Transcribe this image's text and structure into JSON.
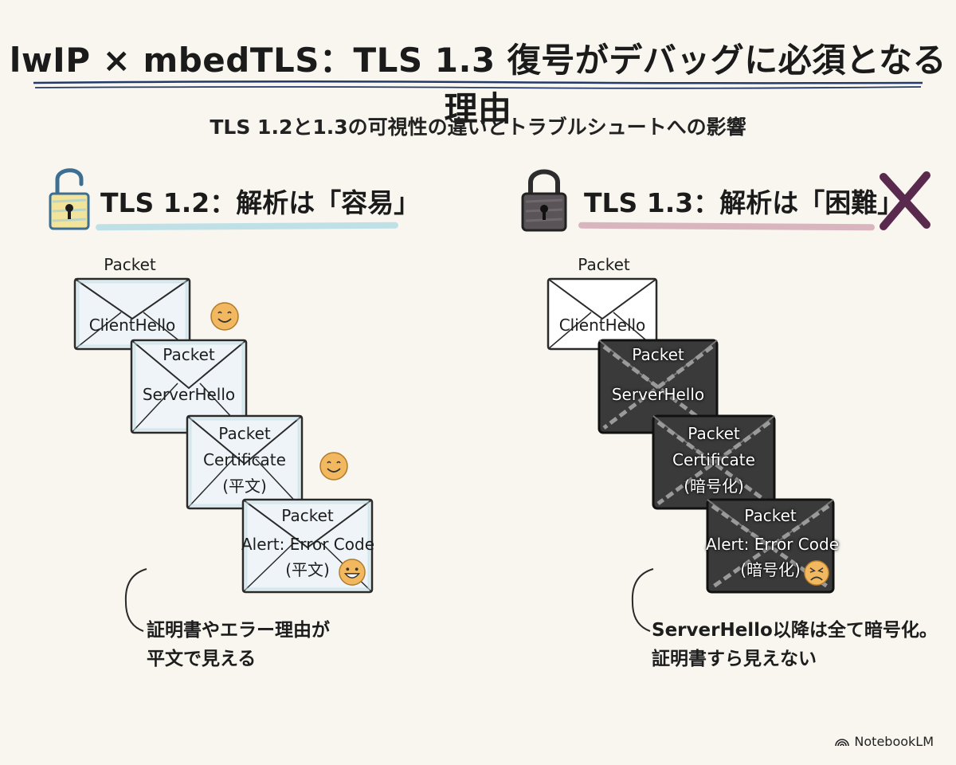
{
  "header": {
    "title": "lwIP × mbedTLS：TLS 1.3 復号がデバッグに必須となる理由",
    "subtitle": "TLS 1.2と1.3の可視性の違いとトラブルシュートへの影響"
  },
  "left": {
    "heading": "TLS 1.2：解析は「容易」",
    "packets": [
      {
        "top": "Packet",
        "name": "ClientHello",
        "sub": ""
      },
      {
        "top": "Packet",
        "name": "ServerHello",
        "sub": ""
      },
      {
        "top": "Packet",
        "name": "Certificate",
        "sub": "(平文)"
      },
      {
        "top": "Packet",
        "name": "Alert: Error Code",
        "sub": "(平文)"
      }
    ],
    "note_line1": "証明書やエラー理由が",
    "note_line2": "平文で見える"
  },
  "right": {
    "heading": "TLS 1.3：解析は「困難」",
    "packets": [
      {
        "top": "Packet",
        "name": "ClientHello",
        "sub": ""
      },
      {
        "top": "Packet",
        "name": "ServerHello",
        "sub": ""
      },
      {
        "top": "Packet",
        "name": "Certificate",
        "sub": "(暗号化)"
      },
      {
        "top": "Packet",
        "name": "Alert: Error Code",
        "sub": "(暗号化)"
      }
    ],
    "note_line1": "ServerHello以降は全て暗号化。",
    "note_line2": "証明書すら見えない"
  },
  "footer": {
    "brand": "NotebookLM"
  },
  "colors": {
    "left_accent": "#bfe0e6",
    "right_accent": "#d9b5c0",
    "cross": "#5a2a4e",
    "smiley": "#f2b85f",
    "encrypted": "#3a3a3a"
  }
}
